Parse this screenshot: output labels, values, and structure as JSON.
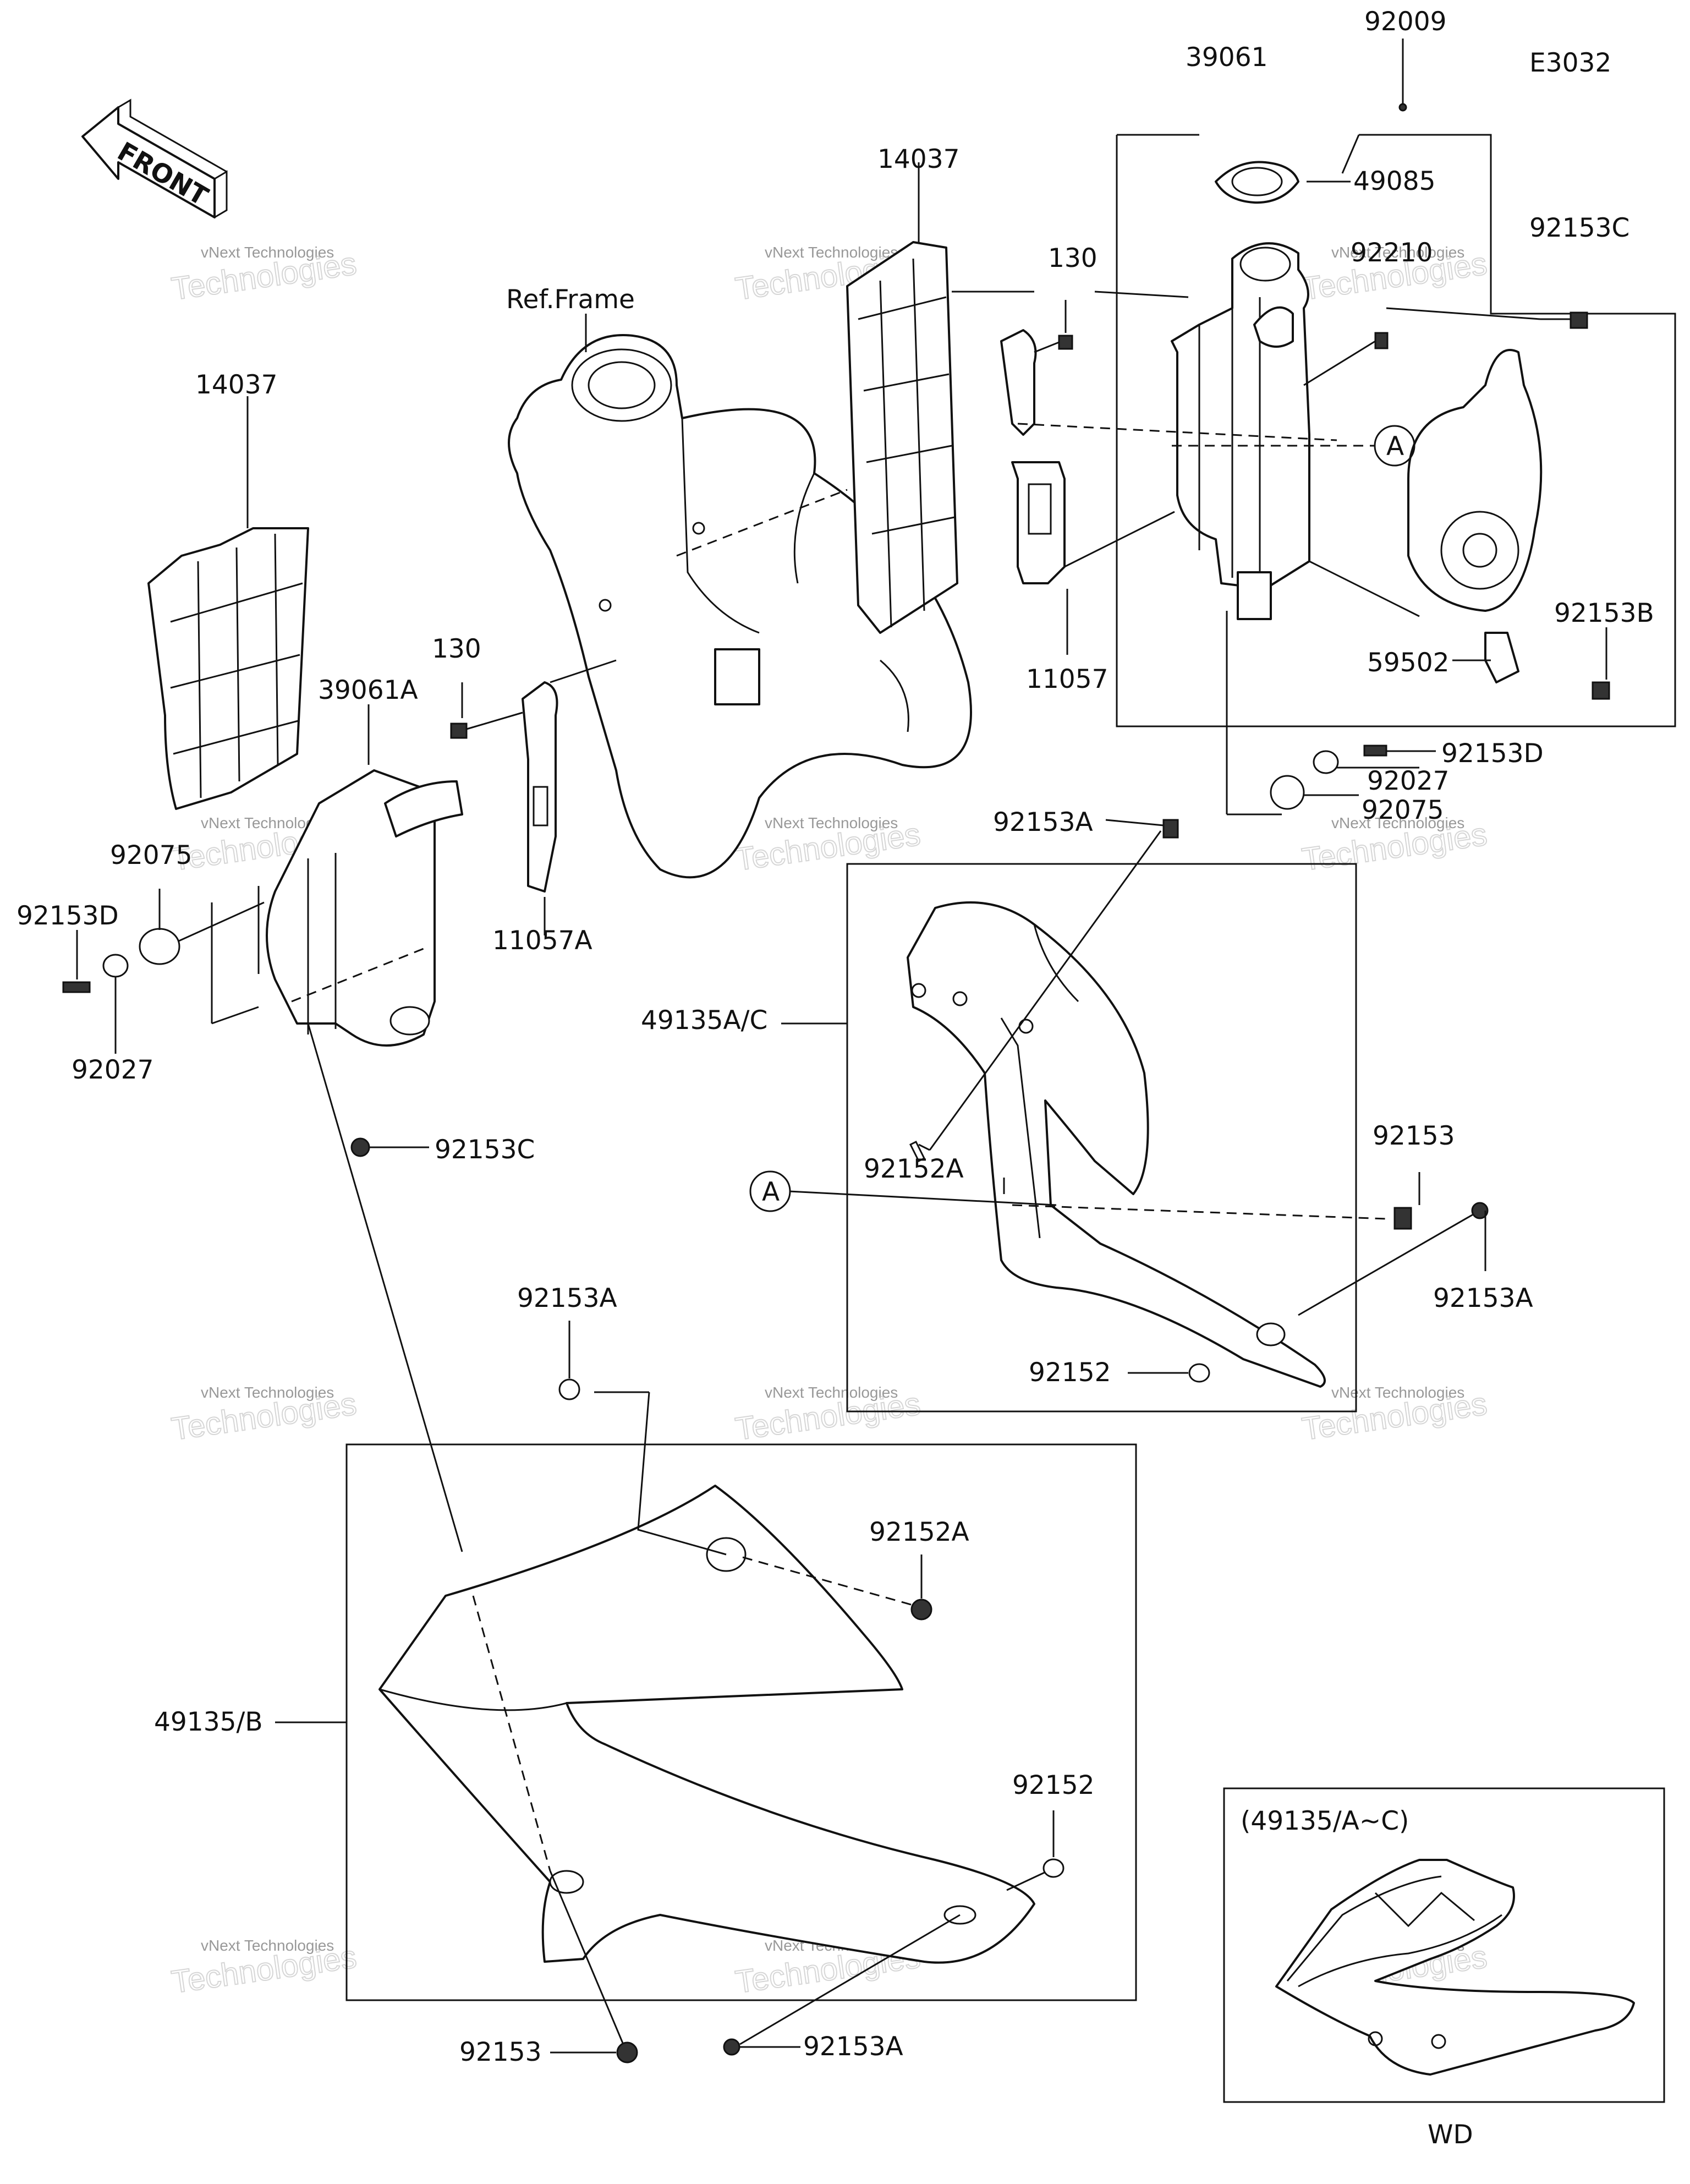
{
  "diagram_code": "E3032",
  "direction_label": "FRONT",
  "reference_label": "Ref.Frame",
  "watermark": {
    "line1": "vNext Technologies",
    "line2": "Technologies"
  },
  "circle_marker": "A",
  "inset": {
    "title": "(49135/A~C)",
    "variant": "WD"
  },
  "parts": {
    "p39061": "39061",
    "p92009": "92009",
    "p49085": "49085",
    "p92210": "92210",
    "p92153C_top": "92153C",
    "p14037_top": "14037",
    "p130_top": "130",
    "p11057": "11057",
    "p59502": "59502",
    "p92153B": "92153B",
    "p92153D_right": "92153D",
    "p92027_right": "92027",
    "p92075_right": "92075",
    "p14037_left": "14037",
    "p39061A": "39061A",
    "p130_left": "130",
    "p11057A": "11057A",
    "p92075_left": "92075",
    "p92153D_left": "92153D",
    "p92027_left": "92027",
    "p92153C_left": "92153C",
    "p92153A_upper": "92153A",
    "p49135AC": "49135A/C",
    "p92152A_mid": "92152A",
    "p92153_mid": "92153",
    "p92153A_mid": "92153A",
    "p92152_mid": "92152",
    "p92153A_low": "92153A",
    "p92152A_low": "92152A",
    "p49135B": "49135/B",
    "p92152_low": "92152",
    "p92153_bottom": "92153",
    "p92153A_bottom": "92153A"
  }
}
